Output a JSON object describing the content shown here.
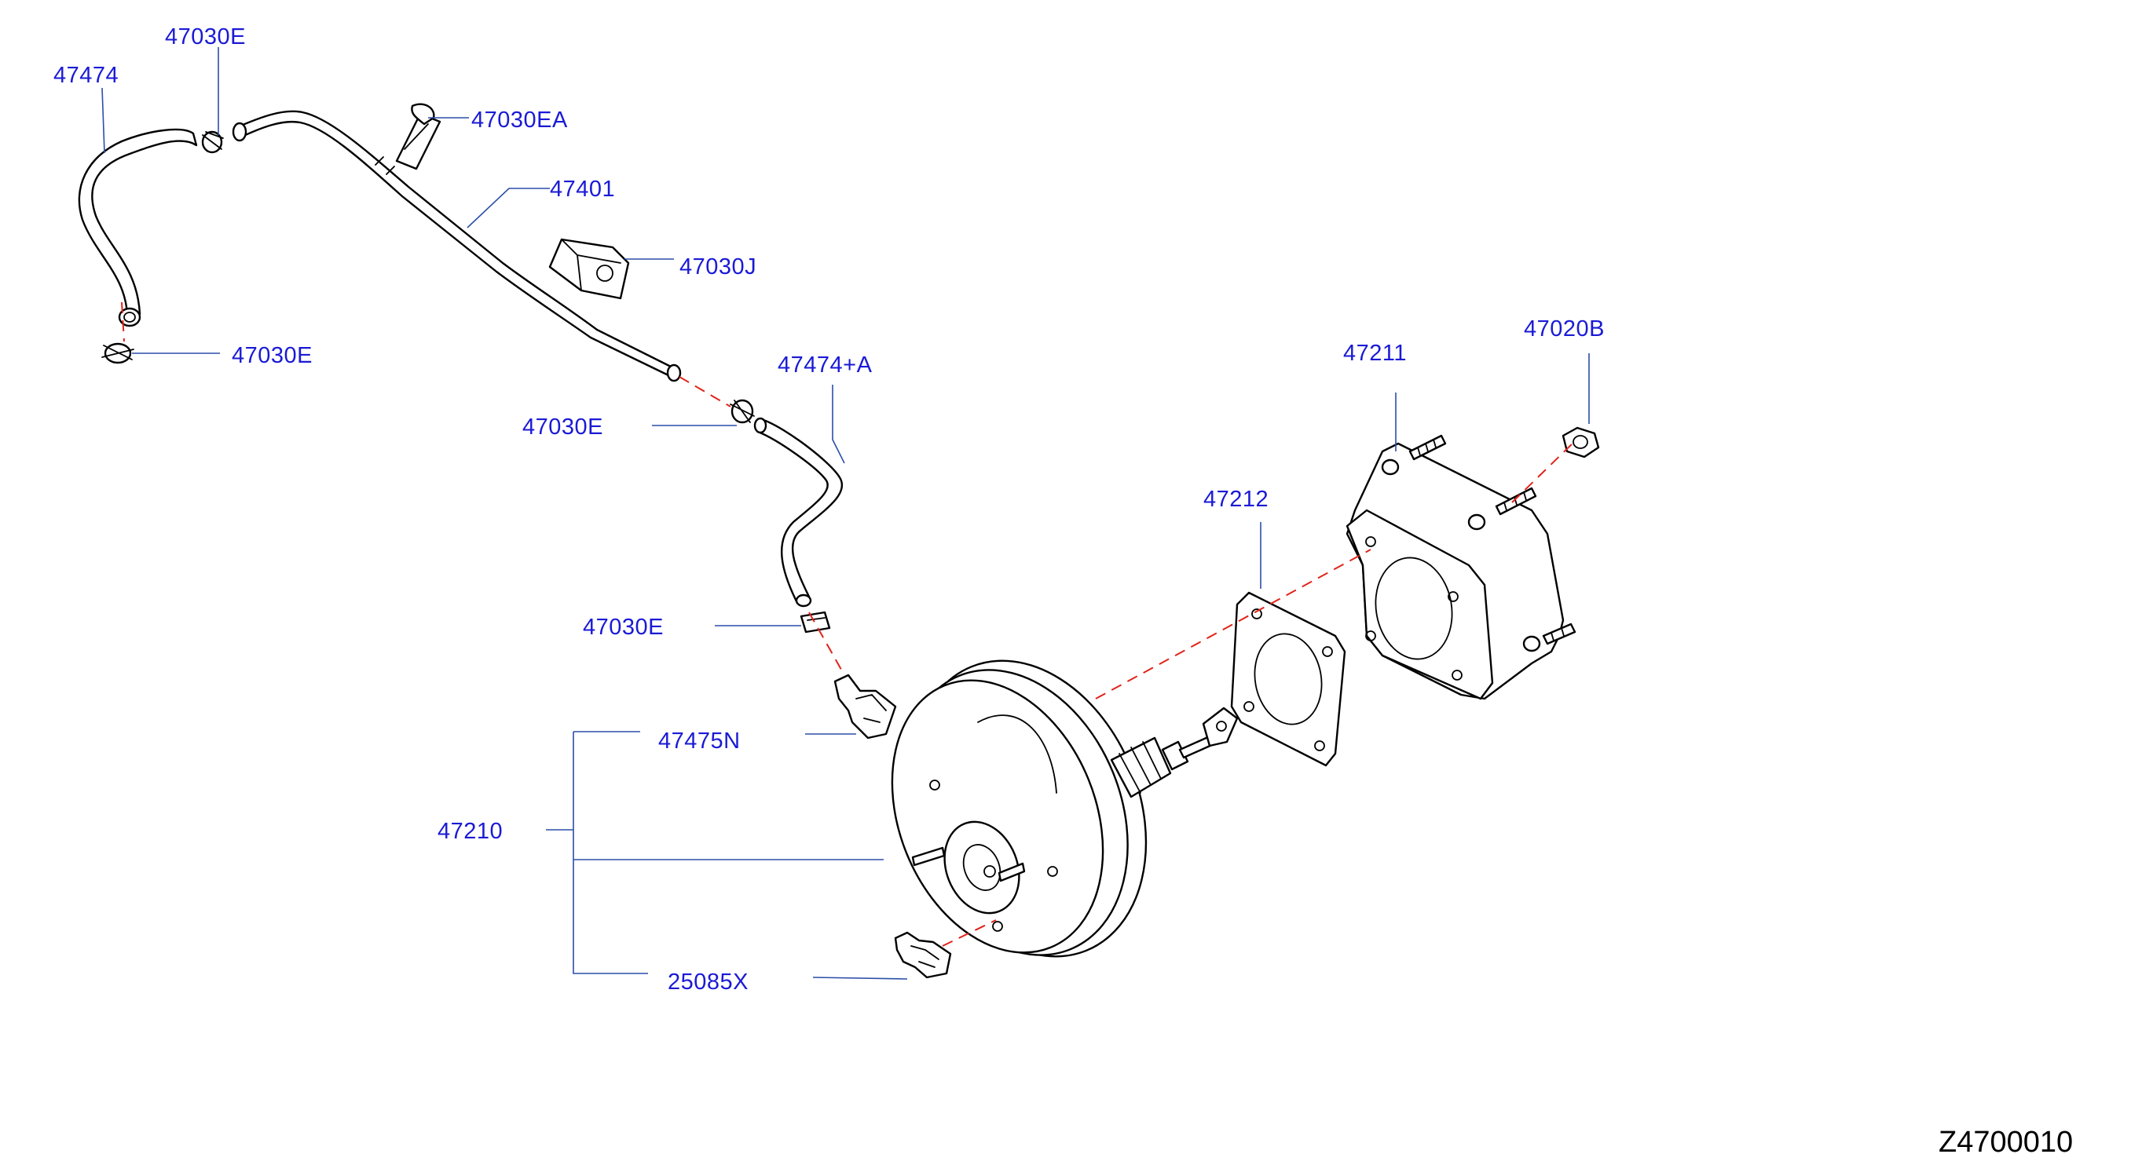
{
  "diagram": {
    "id": "Z4700010",
    "colors": {
      "label": "#1a1ad6",
      "leader": "#2b4ea8",
      "center_line": "#e0241b",
      "part_outline": "#000000"
    },
    "labels": {
      "p47474": "47474",
      "p47030e_top": "47030E",
      "p47030ea": "47030EA",
      "p47401": "47401",
      "p47030j": "47030J",
      "p47030e_left": "47030E",
      "p47474a": "47474+A",
      "p47030e_mid": "47030E",
      "p47030e_low": "47030E",
      "p47211": "47211",
      "p47020b": "47020B",
      "p47212": "47212",
      "p47475n": "47475N",
      "p47210": "47210",
      "p25085x": "25085X"
    }
  }
}
